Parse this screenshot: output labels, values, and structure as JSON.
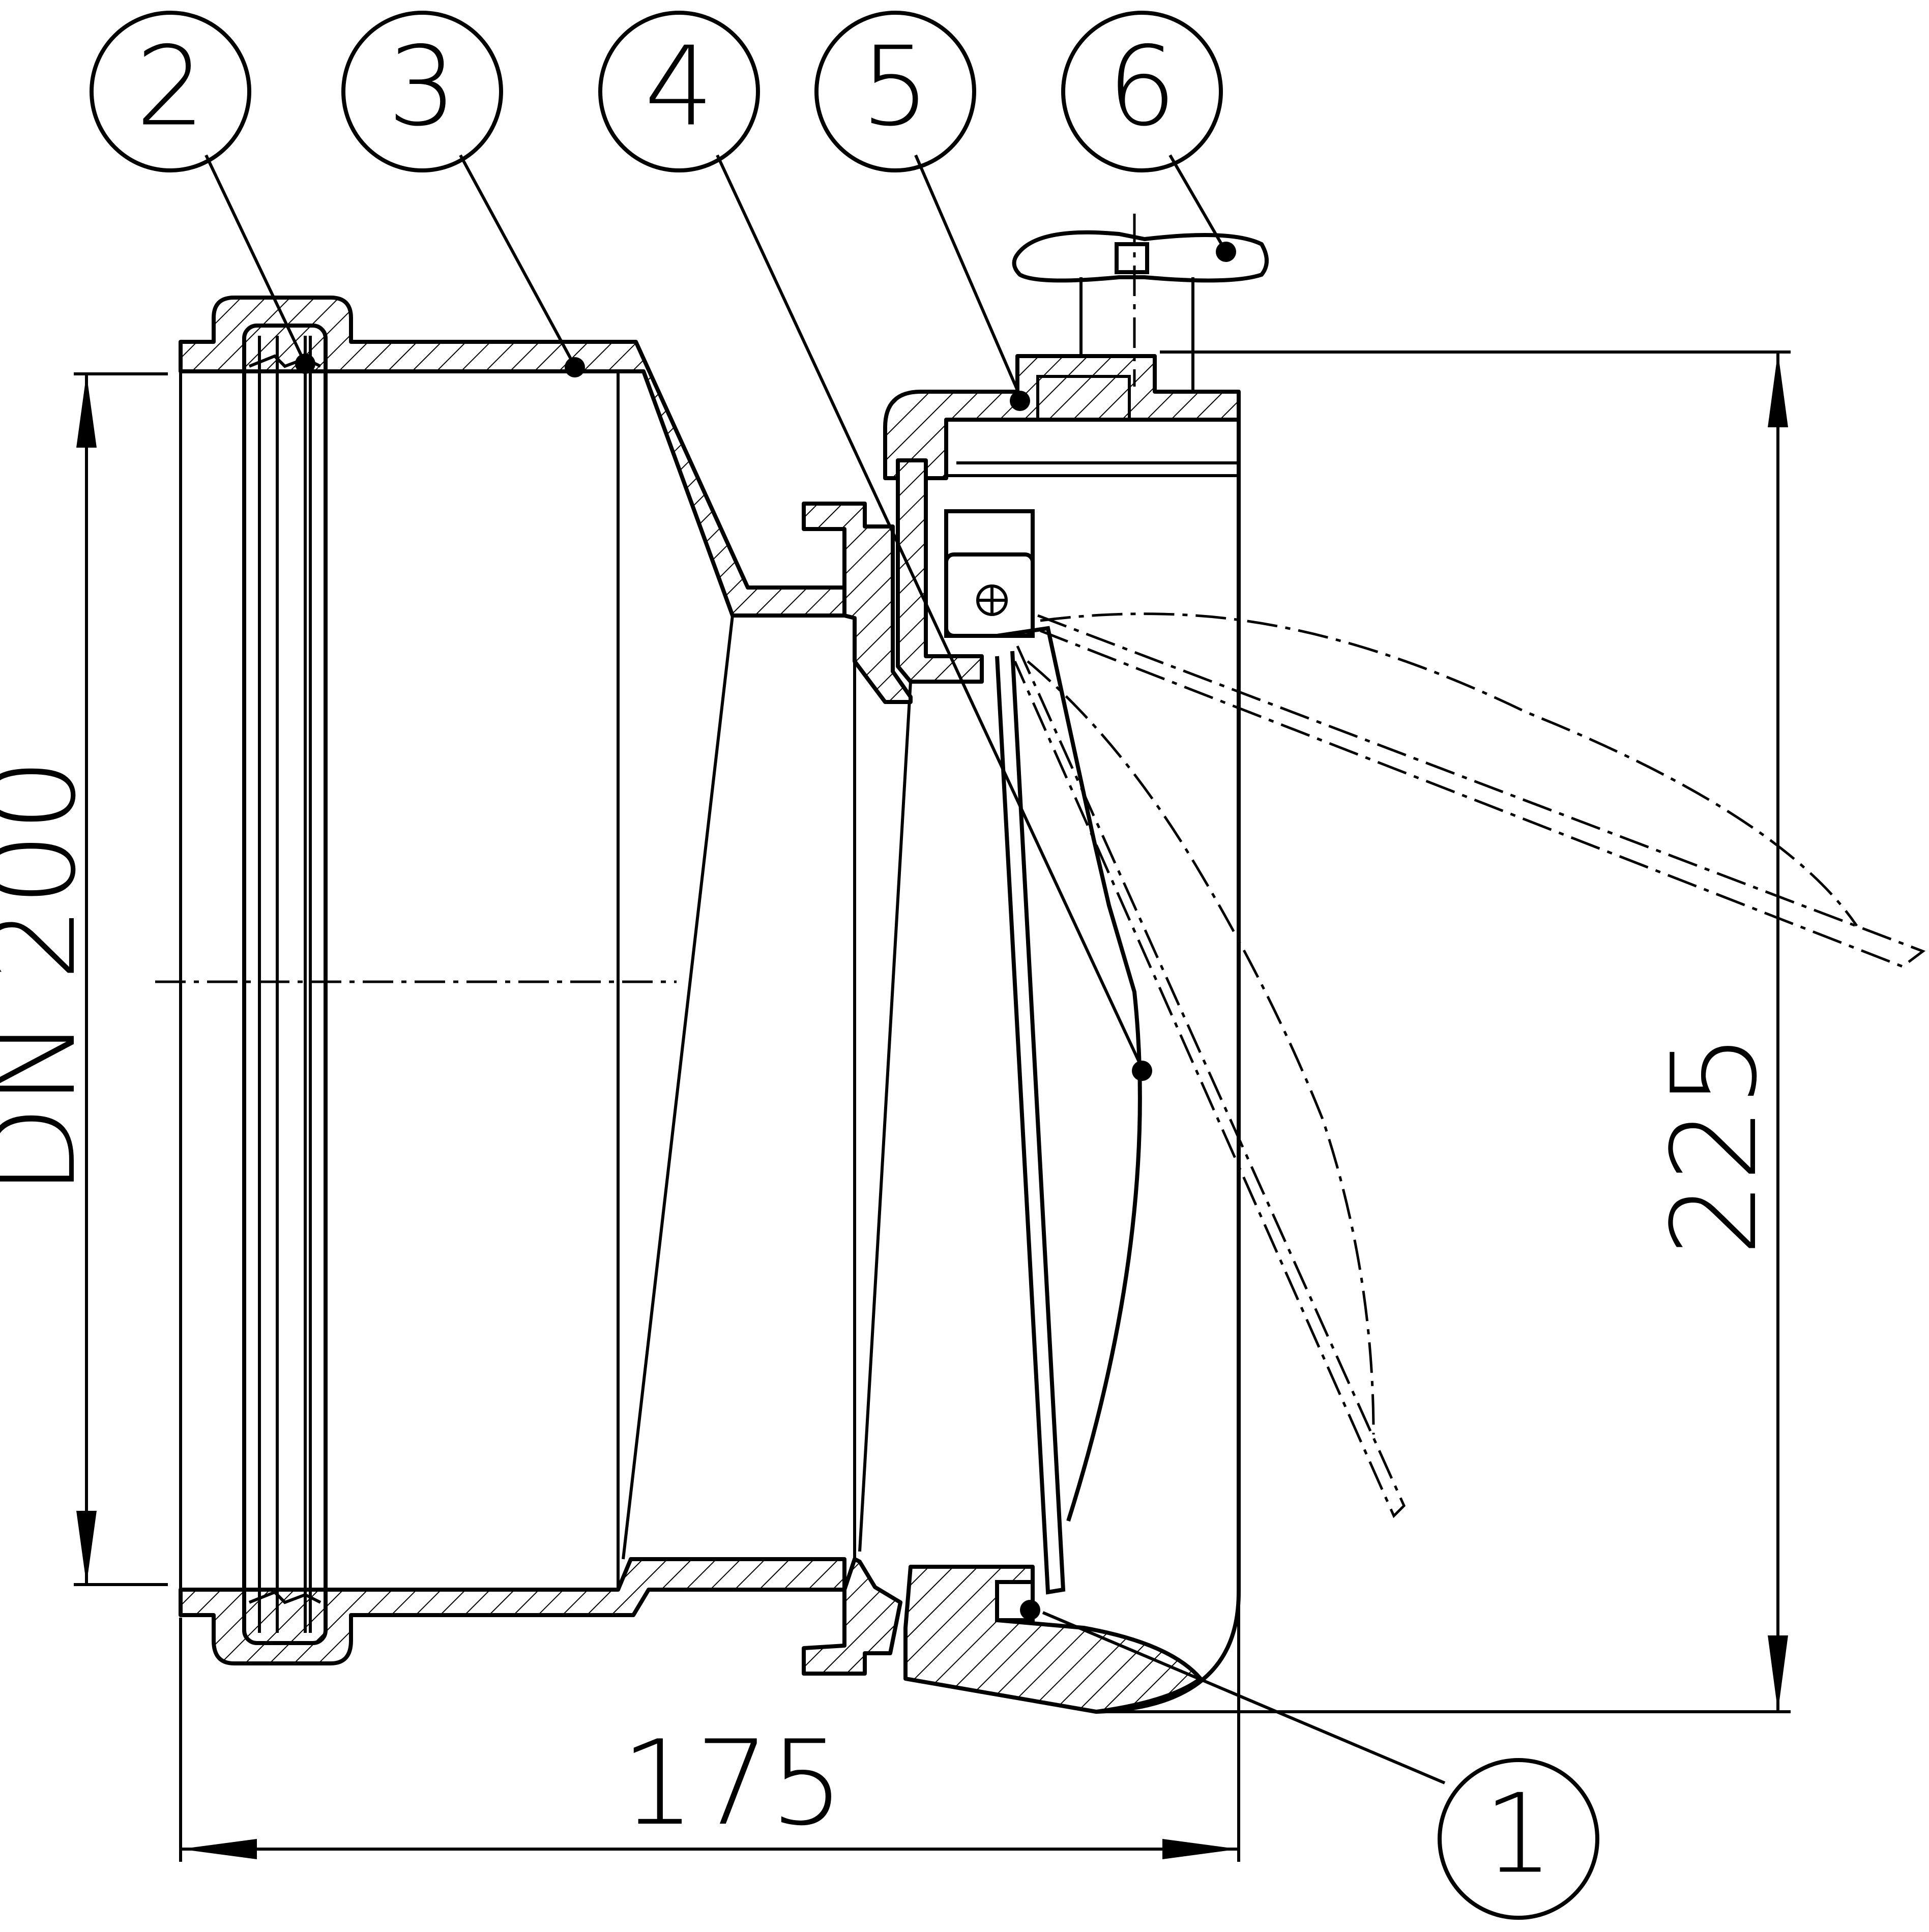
{
  "balloons": [
    {
      "id": "balloon-1",
      "label": "1"
    },
    {
      "id": "balloon-2",
      "label": "2"
    },
    {
      "id": "balloon-3",
      "label": "3"
    },
    {
      "id": "balloon-4",
      "label": "4"
    },
    {
      "id": "balloon-5",
      "label": "5"
    },
    {
      "id": "balloon-6",
      "label": "6"
    }
  ],
  "dimensions": {
    "width_label": "175",
    "height_label": "225",
    "nominal_diameter_label": "DN 200"
  },
  "colors": {
    "line": "#000000",
    "background": "#ffffff"
  }
}
